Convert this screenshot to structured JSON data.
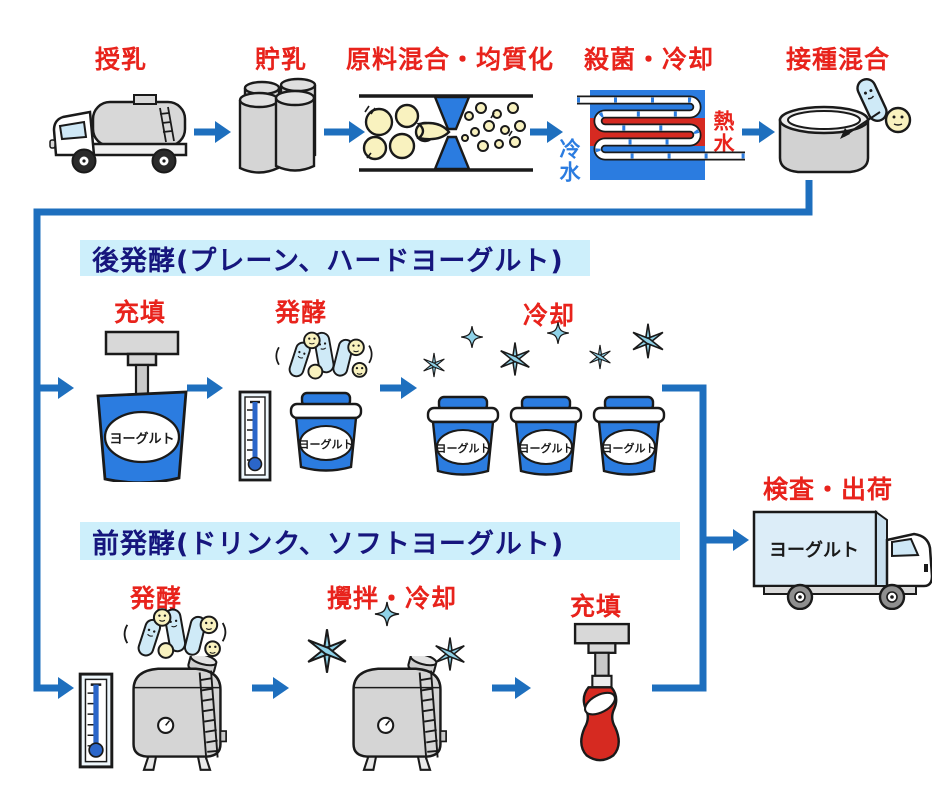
{
  "colors": {
    "flow_blue": "#1e6fbe",
    "label_red": "#e8231c",
    "header_navy": "#16167d",
    "header_bg": "#cdeffb",
    "cup_blue": "#2b7ce0",
    "hot_red": "#d62a21"
  },
  "top_row": {
    "stage1_label": "授乳",
    "stage2_label": "貯乳",
    "stage3_label": "原料混合・均質化",
    "stage4_label": "殺菌・冷却",
    "stage4_cold": "冷水",
    "stage4_hot": "熱水",
    "stage5_label": "接種混合"
  },
  "post_fermentation": {
    "header": "後発酵(プレーン、ハードヨーグルト)",
    "fill_label": "充填",
    "ferment_label": "発酵",
    "cool_label": "冷却",
    "cup_text": "ヨーグルト"
  },
  "pre_fermentation": {
    "header": "前発酵(ドリンク、ソフトヨーグルト)",
    "ferment_label": "発酵",
    "stir_cool_label": "攪拌・冷却",
    "fill_label": "充填"
  },
  "shipping": {
    "label": "検査・出荷",
    "truck_text": "ヨーグルト"
  }
}
